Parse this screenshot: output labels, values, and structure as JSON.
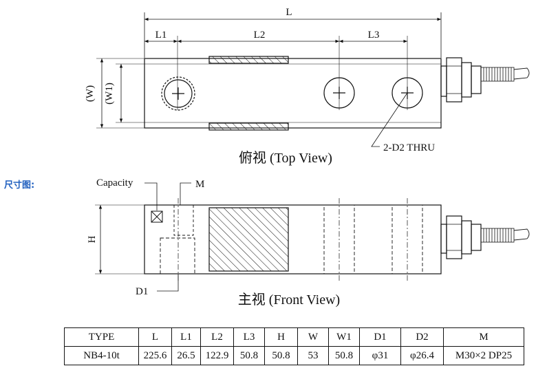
{
  "side_label": "尺寸图:",
  "top_view": {
    "caption": "俯视 (Top View)",
    "dims": {
      "L": "L",
      "L1": "L1",
      "L2": "L2",
      "L3": "L3",
      "W": "(W)",
      "W1": "(W1)"
    },
    "hole_callout": "2-D2  THRU"
  },
  "front_view": {
    "caption": "主视 (Front View)",
    "capacity_label": "Capacity",
    "m_label": "M",
    "h_label": "H",
    "d1_label": "D1"
  },
  "table": {
    "headers": [
      "TYPE",
      "L",
      "L1",
      "L2",
      "L3",
      "H",
      "W",
      "W1",
      "D1",
      "D2",
      "M"
    ],
    "row": [
      "NB4-10t",
      "225.6",
      "26.5",
      "122.9",
      "50.8",
      "50.8",
      "53",
      "50.8",
      "φ31",
      "φ26.4",
      "M30×2 DP25"
    ]
  }
}
